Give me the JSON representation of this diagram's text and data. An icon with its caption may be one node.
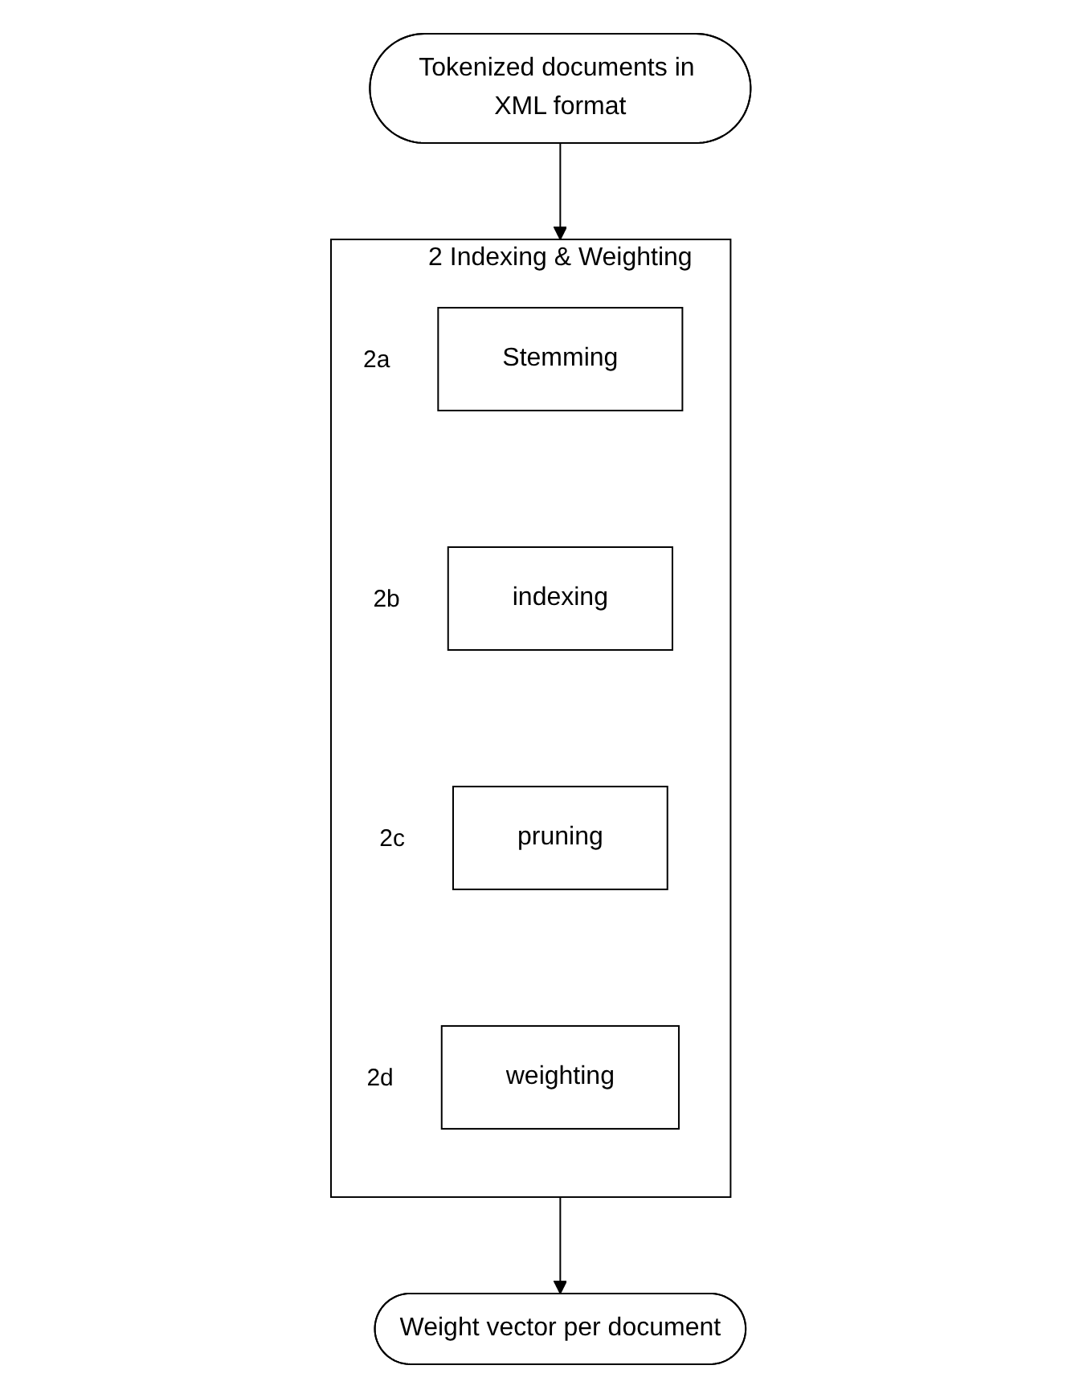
{
  "diagram": {
    "nodes": [
      {
        "text": [
          "Tokenized documents in XML format"
        ]
      },
      {
        "text": [
          "2 Indexing & Weighting"
        ]
      },
      {
        "text": [
          "Stemming"
        ],
        "in": 1,
        "beside": [
          "2a"
        ]
      },
      {
        "text": [
          "indexing"
        ],
        "in": 1,
        "beside": [
          "2b"
        ]
      },
      {
        "text": [
          "pruning"
        ],
        "in": 1,
        "beside": [
          "2c"
        ]
      },
      {
        "text": [
          "weighting"
        ],
        "in": 1,
        "beside": [
          "2d"
        ]
      },
      {
        "text": [
          "Weight vector per document"
        ]
      }
    ],
    "edges": [
      {
        "from": 0,
        "to": 1,
        "arrow": "to"
      },
      {
        "from": 1,
        "to": 6,
        "arrow": "to"
      }
    ]
  }
}
